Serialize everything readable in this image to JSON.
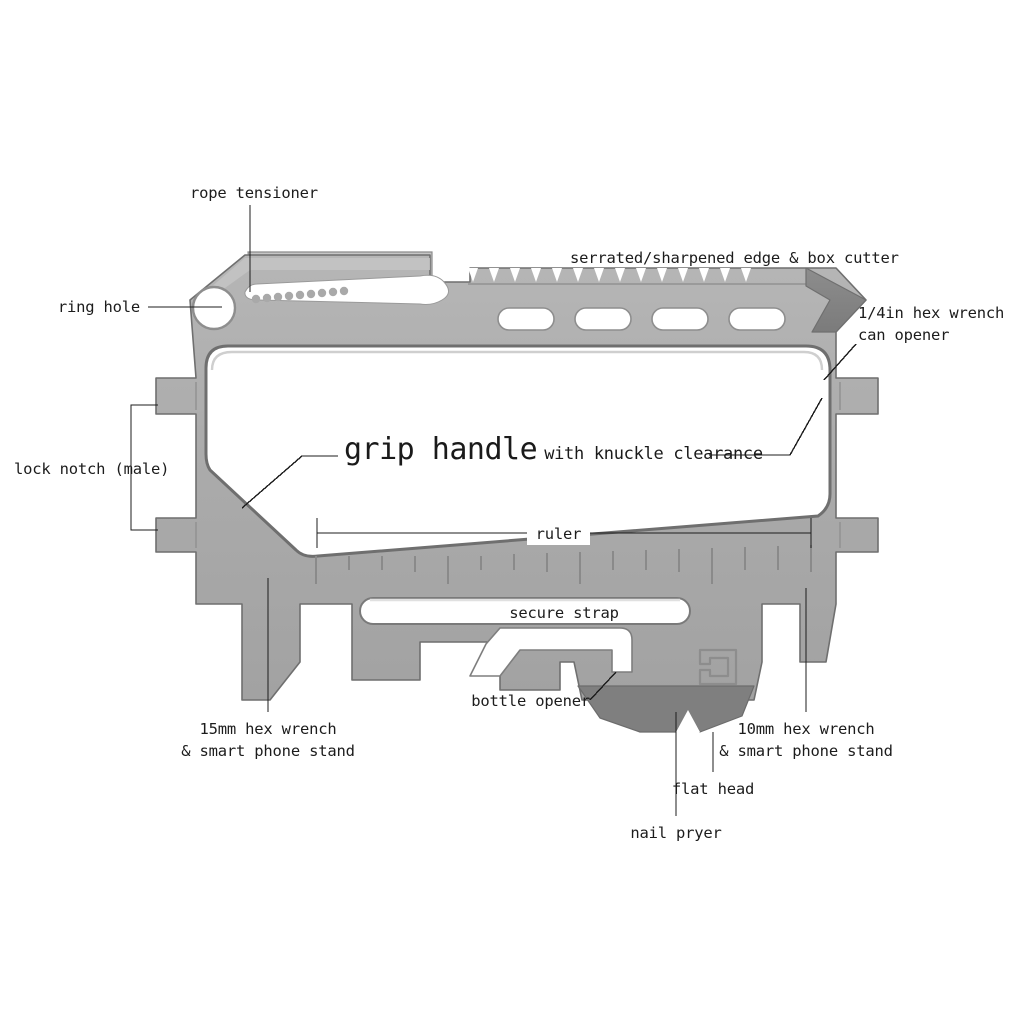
{
  "diagram": {
    "title": "multi-tool card exploded callout diagram",
    "product_mark": "D",
    "colors": {
      "body_fill": "#a9a9a9",
      "body_light": "#bdbdbd",
      "body_mid": "#9e9e9e",
      "body_dark": "#808080",
      "edge_stroke": "#6e6e6e",
      "highlight": "#d4d4d4",
      "background": "#ffffff",
      "label_text": "#1c1c1c",
      "leader_line": "#1c1c1c"
    }
  },
  "labels": {
    "rope_tensioner": "rope tensioner",
    "ring_hole": "ring hole",
    "serrated_edge": "serrated/sharpened edge & box cutter",
    "hex_wrench_quarter_line1": "1/4in hex wrench",
    "hex_wrench_quarter_line2": "can opener",
    "lock_notch": "lock notch (male)",
    "grip_handle_main": "grip handle",
    "grip_handle_sub": "with knuckle clearance",
    "ruler": "ruler",
    "secure_strap": "secure strap",
    "bottle_opener": "bottle opener",
    "hex_15mm_line1": "15mm hex wrench",
    "hex_15mm_line2": "& smart phone stand",
    "hex_10mm_line1": "10mm hex wrench",
    "hex_10mm_line2": "& smart phone stand",
    "flat_head": "flat head",
    "nail_pryer": "nail pryer"
  },
  "features": [
    {
      "id": "rope-tensioner",
      "label": "rope tensioner"
    },
    {
      "id": "ring-hole",
      "label": "ring hole"
    },
    {
      "id": "serrated-edge",
      "label": "serrated/sharpened edge & box cutter"
    },
    {
      "id": "quarter-in-hex-wrench",
      "label": "1/4in hex wrench"
    },
    {
      "id": "can-opener",
      "label": "can opener"
    },
    {
      "id": "lock-notch-male",
      "label": "lock notch (male)"
    },
    {
      "id": "grip-handle",
      "label": "grip handle with knuckle clearance"
    },
    {
      "id": "ruler",
      "label": "ruler"
    },
    {
      "id": "secure-strap",
      "label": "secure strap"
    },
    {
      "id": "bottle-opener",
      "label": "bottle opener"
    },
    {
      "id": "hex-wrench-15mm",
      "label": "15mm hex wrench & smart phone stand"
    },
    {
      "id": "hex-wrench-10mm",
      "label": "10mm hex wrench & smart phone stand"
    },
    {
      "id": "flat-head",
      "label": "flat head"
    },
    {
      "id": "nail-pryer",
      "label": "nail pryer"
    }
  ]
}
